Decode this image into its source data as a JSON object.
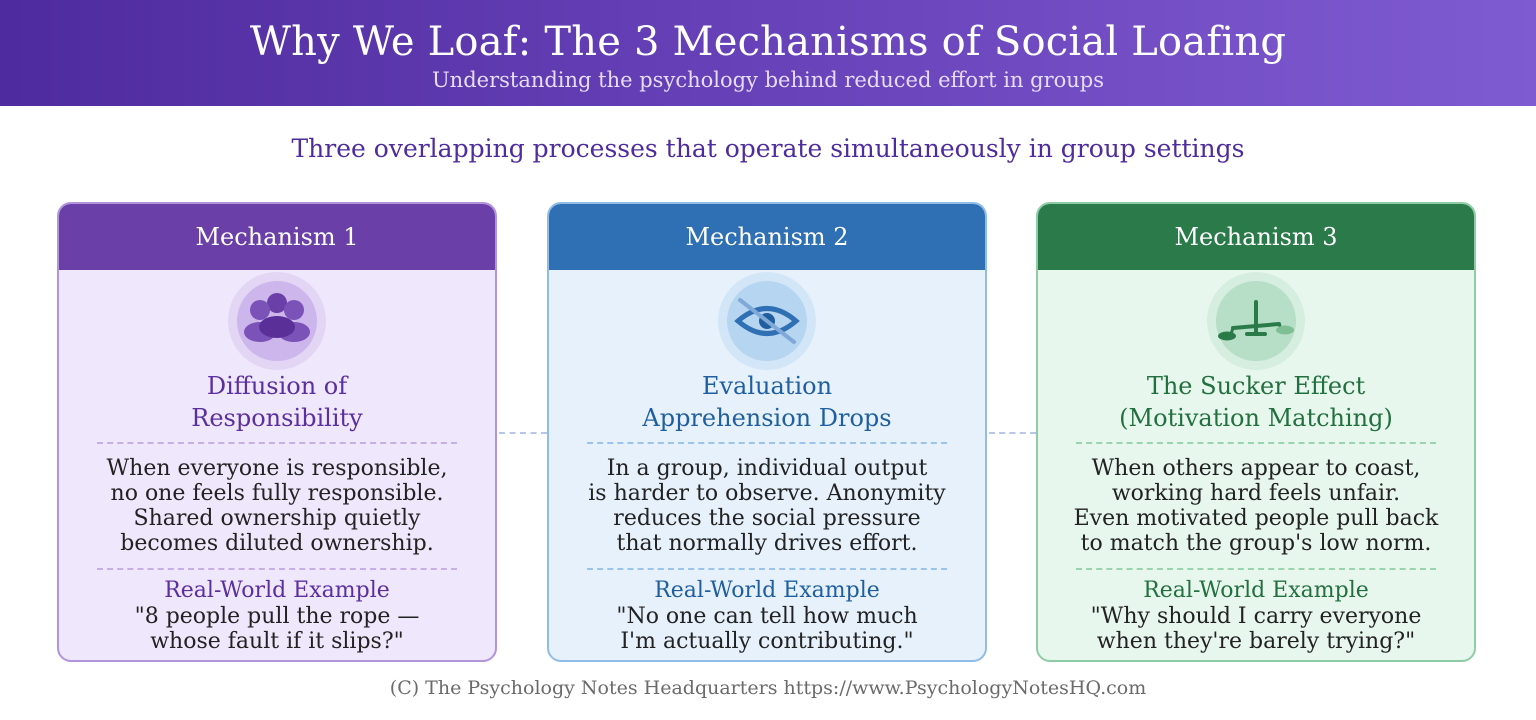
{
  "header": {
    "title": "Why We Loaf: The 3 Mechanisms of Social Loafing",
    "subtitle": "Understanding the psychology behind reduced effort in groups"
  },
  "tagline": "Three overlapping processes that operate simultaneously in group settings",
  "mechanisms": [
    {
      "label": "Mechanism 1",
      "icon": "group-people-icon",
      "name_lines": [
        "Diffusion of",
        "Responsibility"
      ],
      "description_lines": [
        "When everyone is responsible,",
        "no one feels fully responsible.",
        "Shared ownership quietly",
        "becomes diluted ownership."
      ],
      "example_label": "Real-World Example",
      "example_lines": [
        "\"8 people pull the rope —",
        "whose fault if it slips?\""
      ],
      "theme_color": "#6a3fa8"
    },
    {
      "label": "Mechanism 2",
      "icon": "eye-crossed-icon",
      "name_lines": [
        "Evaluation",
        "Apprehension Drops"
      ],
      "description_lines": [
        "In a group, individual output",
        "is harder to observe. Anonymity",
        "reduces the social pressure",
        "that normally drives effort."
      ],
      "example_label": "Real-World Example",
      "example_lines": [
        "\"No one can tell how much",
        "I'm actually contributing.\""
      ],
      "theme_color": "#2f6fb3"
    },
    {
      "label": "Mechanism 3",
      "icon": "balance-scale-icon",
      "name_lines": [
        "The Sucker Effect",
        "(Motivation Matching)"
      ],
      "description_lines": [
        "When others appear to coast,",
        "working hard feels unfair.",
        "Even motivated people pull back",
        "to match the group's low norm."
      ],
      "example_label": "Real-World Example",
      "example_lines": [
        "\"Why should I carry everyone",
        "when they're barely trying?\""
      ],
      "theme_color": "#2a7a4a"
    }
  ],
  "footer": "(C) The Psychology Notes Headquarters https://www.PsychologyNotesHQ.com"
}
